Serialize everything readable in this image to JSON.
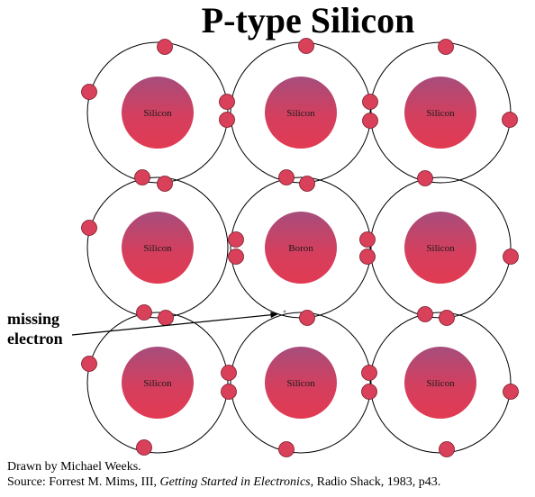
{
  "title": "P-type Silicon",
  "atoms": [
    {
      "label": "Silicon"
    },
    {
      "label": "Silicon"
    },
    {
      "label": "Silicon"
    },
    {
      "label": "Silicon"
    },
    {
      "label": "Boron"
    },
    {
      "label": "Silicon"
    },
    {
      "label": "Silicon"
    },
    {
      "label": "Silicon"
    },
    {
      "label": "Silicon"
    }
  ],
  "annotation": {
    "line1": "missing",
    "line2": "electron"
  },
  "credit": "Drawn by Michael Weeks.",
  "source": {
    "prefix": "Source: Forrest M. Mims, III, ",
    "book": "Getting Started in Electronics",
    "suffix": ", Radio Shack, 1983, p43."
  },
  "colors": {
    "nucleus_top": "#a64d7c",
    "nucleus_mid": "#d43f5e",
    "nucleus_bottom": "#e23a52",
    "electron": "#d9405a",
    "orbit": "#000000"
  }
}
